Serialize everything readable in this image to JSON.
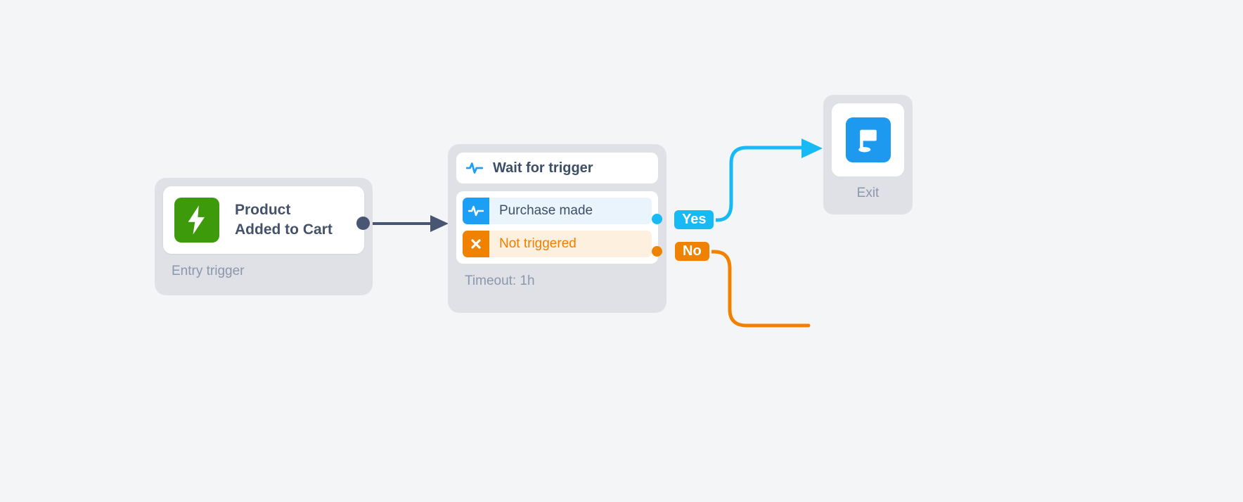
{
  "diagram": {
    "type": "workflow-automation-canvas",
    "background_color": "#f4f5f7"
  },
  "nodes": {
    "entry_trigger": {
      "title": "Product\nAdded to Cart",
      "caption": "Entry trigger",
      "icon": "lightning-bolt-icon",
      "icon_color": "#3d9a0b"
    },
    "wait_for_trigger": {
      "header": "Wait for trigger",
      "header_icon": "pulse-icon",
      "header_icon_color": "#1d9ff5",
      "caption": "Timeout: 1h",
      "branches": [
        {
          "label": "Purchase made",
          "icon": "pulse-icon",
          "badge_color": "#1d9ff5",
          "row_background": "#eaf4fd",
          "text_color": "#3d4f66",
          "outcome": "Yes"
        },
        {
          "label": "Not triggered",
          "icon": "close-x-icon",
          "badge_color": "#ef8200",
          "row_background": "#fdf0de",
          "text_color": "#ef7e00",
          "outcome": "No"
        }
      ]
    },
    "exit": {
      "caption": "Exit",
      "icon": "flag-icon",
      "icon_color": "#1d99ef"
    }
  },
  "outcome_pills": {
    "yes": {
      "label": "Yes",
      "color": "#17baf5"
    },
    "no": {
      "label": "No",
      "color": "#ef8200"
    }
  },
  "edges": {
    "entry_to_wait": {
      "color": "#485673",
      "style": "straight-arrow"
    },
    "yes_to_exit": {
      "color": "#17baf5",
      "style": "curved-arrow"
    },
    "no_outgoing": {
      "color": "#ef8200",
      "style": "curved-open"
    }
  }
}
